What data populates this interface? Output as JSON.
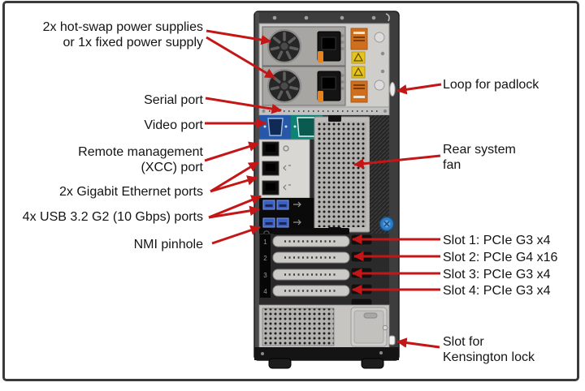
{
  "figure": {
    "subject": "Tower server rear view with component callouts",
    "background": "#ffffff",
    "frame_color": "#3a3a3a",
    "arrow_color": "#c41616"
  },
  "callouts_left": [
    {
      "name": "power-supplies",
      "lines": [
        "2x hot-swap power supplies",
        "or 1x fixed power supply"
      ]
    },
    {
      "name": "serial-port",
      "lines": [
        "Serial port"
      ]
    },
    {
      "name": "video-port",
      "lines": [
        "Video port"
      ]
    },
    {
      "name": "remote-management-port",
      "lines": [
        "Remote management",
        "(XCC) port"
      ]
    },
    {
      "name": "gigabit-ethernet-ports",
      "lines": [
        "2x Gigabit Ethernet ports"
      ]
    },
    {
      "name": "usb-ports",
      "lines": [
        "4x USB 3.2 G2 (10 Gbps) ports"
      ]
    },
    {
      "name": "nmi-pinhole",
      "lines": [
        "NMI pinhole"
      ]
    }
  ],
  "callouts_right": [
    {
      "name": "padlock-loop",
      "lines": [
        "Loop for padlock"
      ]
    },
    {
      "name": "rear-system-fan",
      "lines": [
        "Rear system",
        "fan"
      ]
    },
    {
      "name": "pcie-slot-1",
      "lines": [
        "Slot 1: PCIe G3 x4"
      ]
    },
    {
      "name": "pcie-slot-2",
      "lines": [
        "Slot 2: PCIe G4 x16"
      ]
    },
    {
      "name": "pcie-slot-3",
      "lines": [
        "Slot 3: PCIe G3 x4"
      ]
    },
    {
      "name": "pcie-slot-4",
      "lines": [
        "Slot 4: PCIe G3 x4"
      ]
    },
    {
      "name": "kensington-lock-slot",
      "lines": [
        "Slot for",
        "Kensington lock"
      ]
    }
  ],
  "server": {
    "slot_numbers": [
      "1",
      "2",
      "3",
      "4"
    ],
    "accent_colors": {
      "psu_label_orange": "#cf6f1e",
      "warning_yellow": "#e6c31f",
      "video_port_blue": "#2757a8",
      "serial_port_teal": "#0f8276",
      "usb_blue": "#3a5fc4",
      "thumbscrew_blue": "#2e7cc4"
    }
  }
}
